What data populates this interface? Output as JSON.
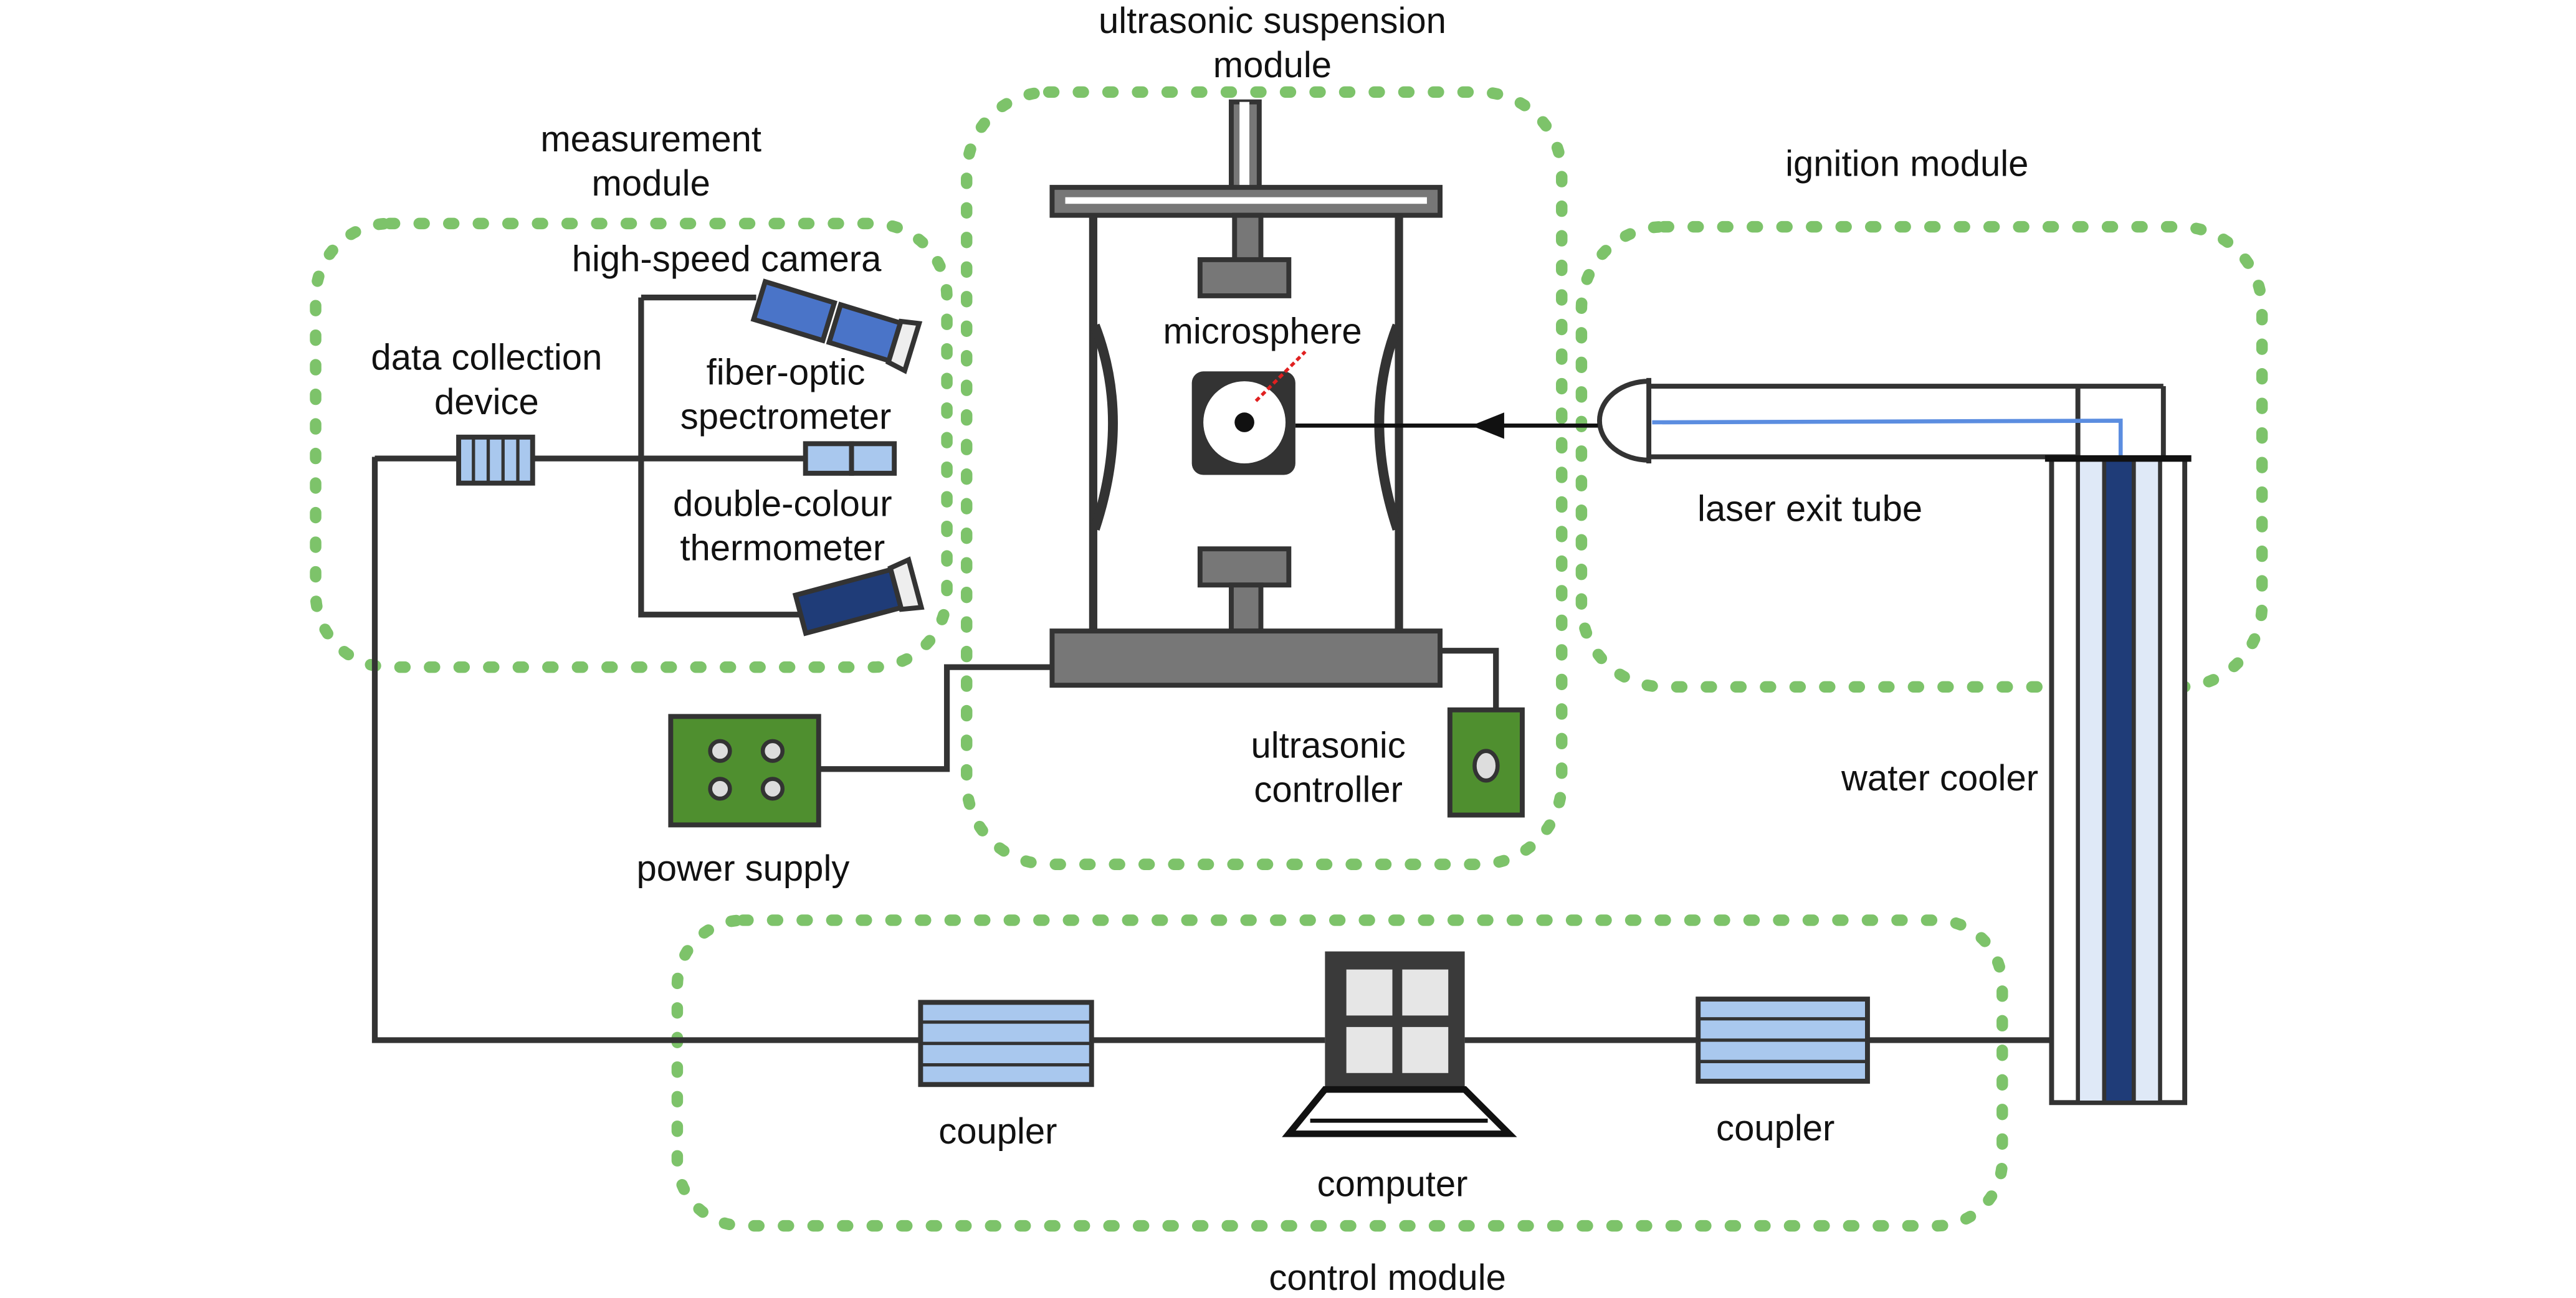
{
  "colors": {
    "module_border": "#7dc36a",
    "wire": "#333333",
    "frame_gray": "#7a7a7a",
    "light_blue": "#a9c8ee",
    "mid_blue": "#4a74c8",
    "dark_blue": "#1f3c78",
    "green_box": "#4f8f2f",
    "laser_line": "#5b8de0",
    "pointer_red": "#e02020"
  },
  "modules": {
    "measurement": "measurement module",
    "suspension": "ultrasonic suspension module",
    "ignition": "ignition module",
    "control": "control module"
  },
  "components": {
    "data_collection": "data collection device",
    "camera": "high-speed camera",
    "spectrometer": "fiber-optic spectrometer",
    "thermometer": "double-colour thermometer",
    "microsphere": "microsphere",
    "laser_tube": "laser exit tube",
    "ultrasonic_controller": "ultrasonic controller",
    "power_supply": "power supply",
    "water_cooler": "water cooler",
    "coupler_left": "coupler",
    "coupler_right": "coupler",
    "computer": "computer"
  },
  "icons": {
    "camera": "camera-icon",
    "spectrometer": "spectrometer-icon",
    "thermometer": "thermometer-icon",
    "power_supply": "power-supply-icon",
    "controller": "controller-icon",
    "computer": "computer-icon",
    "coupler": "coupler-icon",
    "water_cooler": "water-cooler-icon"
  }
}
